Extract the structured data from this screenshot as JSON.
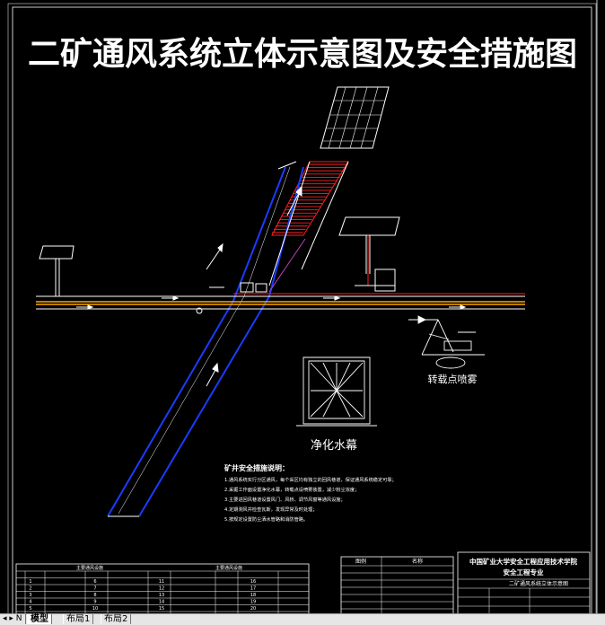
{
  "title": "二矿通风系统立体示意图及安全措施图",
  "labels": {
    "water_curtain": "净化水幕",
    "transfer_spray": "转载点喷雾"
  },
  "notes": {
    "heading": "矿井安全措施说明：",
    "lines": [
      "1.通风系统实行分区通风，每个采区均有独立的回风巷道，保证通风系统稳定可靠；",
      "2.采掘工作面设置净化水幕，转载点设喷雾装置，减少粉尘浓度；",
      "3.主要进回风巷道设置风门、风桥、调节风窗等通风设施；",
      "4.定期测风并检查瓦斯，发现异常及时处理；",
      "5.按规定设置防尘洒水管路和消防管路。"
    ]
  },
  "left_table": {
    "title_a": "主要通风设施",
    "title_b": "主要通风设施",
    "numbers": [
      "1",
      "2",
      "3",
      "4",
      "5",
      "6",
      "7",
      "8",
      "9",
      "10",
      "11",
      "12",
      "13",
      "14",
      "15",
      "16",
      "17",
      "18",
      "19",
      "20"
    ]
  },
  "legend": {
    "col_a": "图例",
    "col_b": "名称"
  },
  "title_block": {
    "school": "中国矿业大学安全工程应用技术学院",
    "major": "安全工程专业",
    "drawing_name": "二矿通风系统立体示意图"
  },
  "tabs": {
    "model": "模型",
    "layout1": "布局1",
    "layout2": "布局2"
  },
  "colors": {
    "intake": "#1a3cff",
    "return": "#ff2020",
    "rail": "#ffa500",
    "structure": "#ffffff"
  }
}
